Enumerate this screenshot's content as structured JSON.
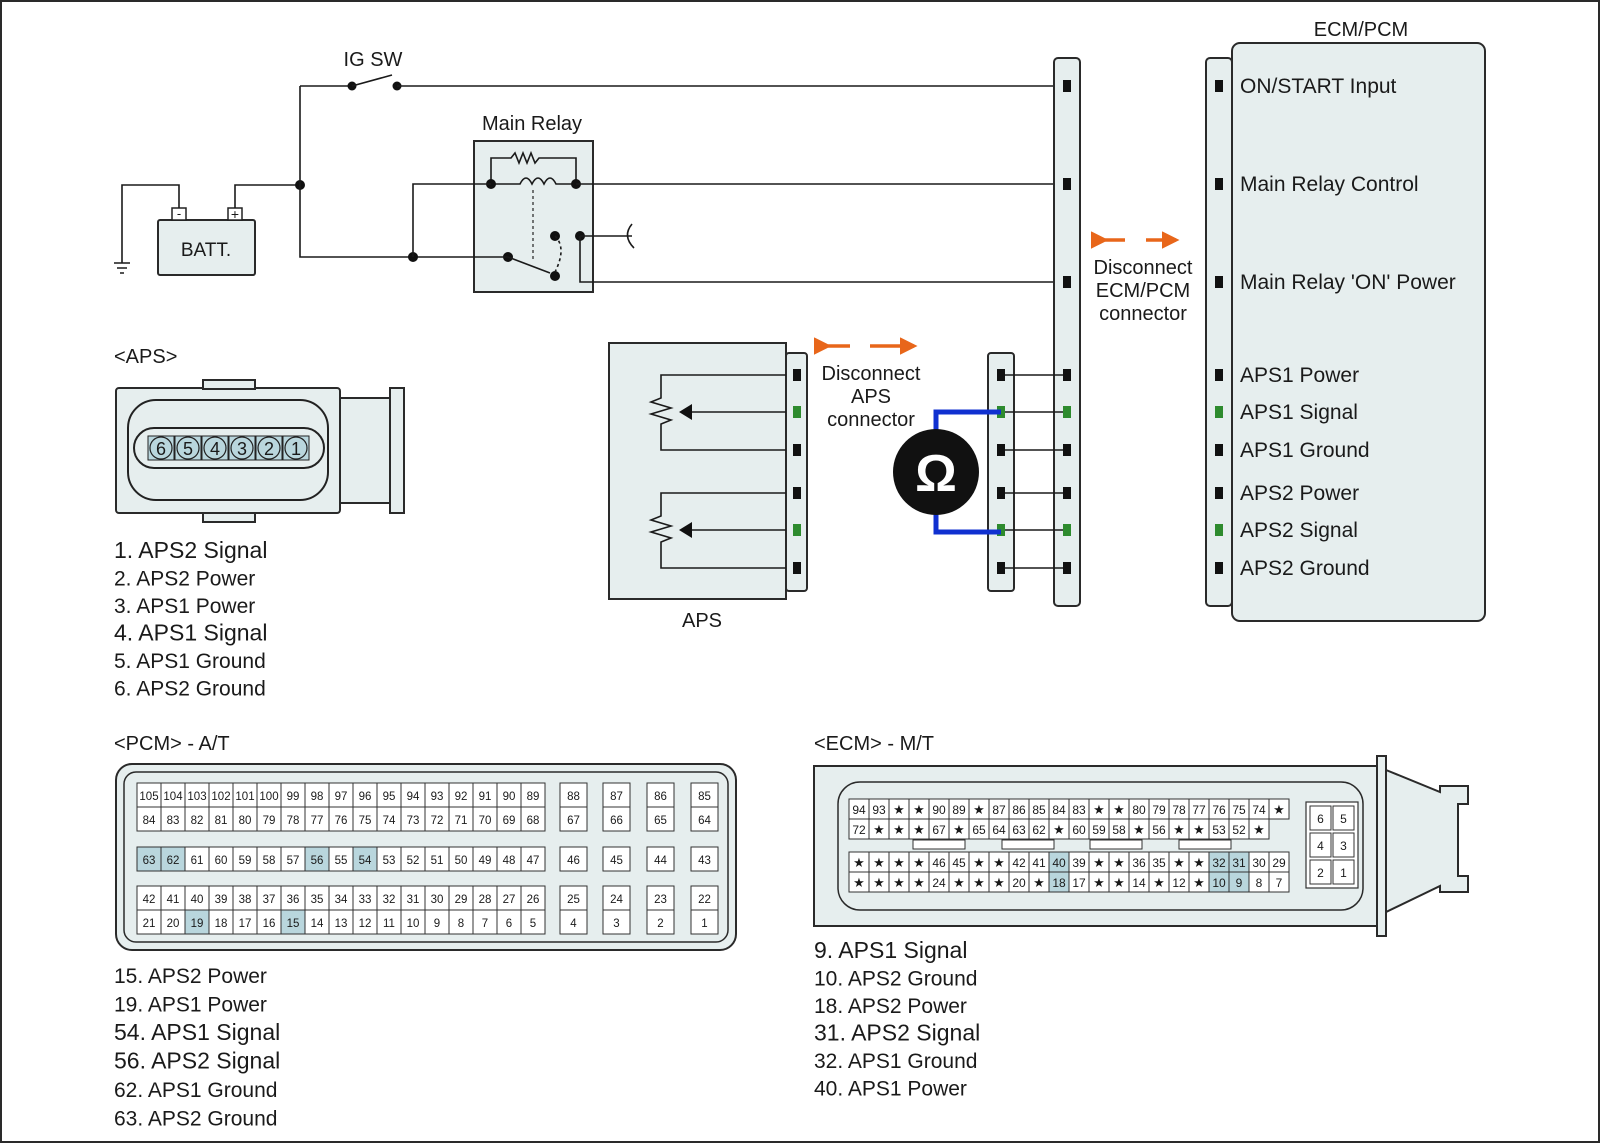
{
  "labels": {
    "ig_sw": "IG SW",
    "main_relay": "Main Relay",
    "batt": "BATT.",
    "batt_minus": "-",
    "batt_plus": "+",
    "ecm_pcm": "ECM/PCM",
    "aps_component": "APS",
    "disconnect_ecm": [
      "Disconnect",
      "ECM/PCM",
      "connector"
    ],
    "disconnect_aps": [
      "Disconnect",
      "APS",
      "connector"
    ],
    "ohm_symbol": "Ω"
  },
  "ecm_pins": [
    {
      "label": "ON/START Input",
      "signal": false
    },
    {
      "label": "Main Relay Control",
      "signal": false
    },
    {
      "label": "Main Relay 'ON' Power",
      "signal": false
    },
    {
      "label": "APS1 Power",
      "signal": false
    },
    {
      "label": "APS1 Signal",
      "signal": true
    },
    {
      "label": "APS1 Ground",
      "signal": false
    },
    {
      "label": "APS2 Power",
      "signal": false
    },
    {
      "label": "APS2 Signal",
      "signal": true
    },
    {
      "label": "APS2 Ground",
      "signal": false
    }
  ],
  "aps_connector": {
    "title": "<APS>",
    "pins": [
      "6",
      "5",
      "4",
      "3",
      "2",
      "1"
    ],
    "legend": [
      {
        "text": "1. APS2 Signal",
        "signal": true
      },
      {
        "text": "2. APS2 Power",
        "signal": false
      },
      {
        "text": "3. APS1 Power",
        "signal": false
      },
      {
        "text": "4. APS1 Signal",
        "signal": true
      },
      {
        "text": "5. APS1 Ground",
        "signal": false
      },
      {
        "text": "6. APS2 Ground",
        "signal": false
      }
    ]
  },
  "pcm_connector": {
    "title": "<PCM> - A/T",
    "rows": [
      [
        [
          "105",
          "104",
          "103",
          "102",
          "101",
          "100",
          "99",
          "98",
          "97",
          "96",
          "95",
          "94",
          "93",
          "92",
          "91",
          "90",
          "89"
        ],
        [
          "88"
        ],
        [
          "87"
        ],
        [
          "86"
        ],
        [
          "85"
        ]
      ],
      [
        [
          "84",
          "83",
          "82",
          "81",
          "80",
          "79",
          "78",
          "77",
          "76",
          "75",
          "74",
          "73",
          "72",
          "71",
          "70",
          "69",
          "68"
        ],
        [
          "67"
        ],
        [
          "66"
        ],
        [
          "65"
        ],
        [
          "64"
        ]
      ],
      [
        [
          "63",
          "62",
          "61",
          "60",
          "59",
          "58",
          "57",
          "56",
          "55",
          "54",
          "53",
          "52",
          "51",
          "50",
          "49",
          "48",
          "47"
        ],
        [
          "46"
        ],
        [
          "45"
        ],
        [
          "44"
        ],
        [
          "43"
        ]
      ],
      [
        [
          "42",
          "41",
          "40",
          "39",
          "38",
          "37",
          "36",
          "35",
          "34",
          "33",
          "32",
          "31",
          "30",
          "29",
          "28",
          "27",
          "26"
        ],
        [
          "25"
        ],
        [
          "24"
        ],
        [
          "23"
        ],
        [
          "22"
        ]
      ],
      [
        [
          "21",
          "20",
          "19",
          "18",
          "17",
          "16",
          "15",
          "14",
          "13",
          "12",
          "11",
          "10",
          "9",
          "8",
          "7",
          "6",
          "5"
        ],
        [
          "4"
        ],
        [
          "3"
        ],
        [
          "2"
        ],
        [
          "1"
        ]
      ]
    ],
    "highlighted": [
      "63",
      "62",
      "56",
      "54",
      "19",
      "15"
    ],
    "legend": [
      {
        "text": "15. APS2 Power",
        "signal": false
      },
      {
        "text": "19. APS1 Power",
        "signal": false
      },
      {
        "text": "54. APS1 Signal",
        "signal": true
      },
      {
        "text": "56. APS2 Signal",
        "signal": true
      },
      {
        "text": "62. APS1 Ground",
        "signal": false
      },
      {
        "text": "63. APS2 Ground",
        "signal": false
      }
    ]
  },
  "ecm_connector": {
    "title": "<ECM> - M/T",
    "rows": [
      [
        "94",
        "93",
        "★",
        "★",
        "90",
        "89",
        "★",
        "87",
        "86",
        "85",
        "84",
        "83",
        "★",
        "★",
        "80",
        "79",
        "78",
        "77",
        "76",
        "75",
        "74",
        "★"
      ],
      [
        "72",
        "★",
        "★",
        "★",
        "67",
        "★",
        "65",
        "64",
        "63",
        "62",
        "★",
        "60",
        "59",
        "58",
        "★",
        "56",
        "★",
        "★",
        "53",
        "52",
        "★",
        ""
      ],
      [
        "★",
        "★",
        "★",
        "★",
        "46",
        "45",
        "★",
        "★",
        "42",
        "41",
        "40",
        "39",
        "★",
        "★",
        "36",
        "35",
        "★",
        "★",
        "32",
        "31",
        "30",
        "29"
      ],
      [
        "★",
        "★",
        "★",
        "★",
        "24",
        "★",
        "★",
        "★",
        "20",
        "★",
        "18",
        "17",
        "★",
        "★",
        "14",
        "★",
        "12",
        "★",
        "10",
        "9",
        "8",
        "7"
      ]
    ],
    "side_pins": [
      [
        "6",
        "5"
      ],
      [
        "4",
        "3"
      ],
      [
        "2",
        "1"
      ]
    ],
    "highlighted": [
      "40",
      "18",
      "32",
      "31",
      "10",
      "9"
    ],
    "legend": [
      {
        "text": "9. APS1 Signal",
        "signal": true
      },
      {
        "text": "10. APS2 Ground",
        "signal": false
      },
      {
        "text": "18. APS2 Power",
        "signal": false
      },
      {
        "text": "31. APS2 Signal",
        "signal": true
      },
      {
        "text": "32. APS1 Ground",
        "signal": false
      },
      {
        "text": "40. APS1 Power",
        "signal": false
      }
    ]
  },
  "colors": {
    "signal_green": "#2e8b2e",
    "arrow_orange": "#e8661a",
    "meter_lead_blue": "#1030d0",
    "highlight_cell": "#b9d6dd",
    "panel_fill": "#e6eeee"
  }
}
